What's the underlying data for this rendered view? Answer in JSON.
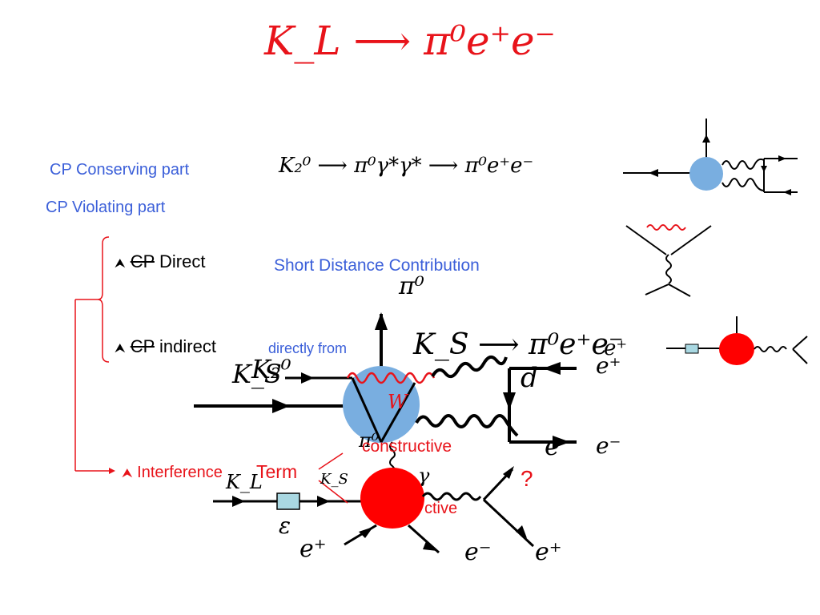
{
  "slide": {
    "title": "K_L ⟶ π⁰e⁺e⁻",
    "bullets": {
      "cp_conserving": "CP Conserving part",
      "cp_violating": "CP Violating part",
      "bullet_glyph": "",
      "arrow_glyph": "⮝"
    },
    "equations": {
      "k2_decay": "K₂⁰ ⟶ π⁰γ*γ* ⟶ π⁰e⁺e⁻",
      "ks_decay": "K_S ⟶ π⁰e⁺e⁻"
    },
    "sub_items": {
      "cp_letters": "CP",
      "direct": " Direct",
      "indirect": " indirect",
      "interference": "Interference",
      "term": "Term"
    },
    "annotations": {
      "short_distance": "Short Distance Contribution",
      "directly_from": "directly from",
      "constructive": "constructive",
      "ctive": "ctive",
      "question": "?"
    },
    "diagram_labels": {
      "pi0_top": "π⁰",
      "k2_0": "K₂⁰",
      "ks_left": "K_S",
      "d": "d",
      "w": "W",
      "e_plus_top": "e⁺",
      "e_plus_top2": "e⁺",
      "e_minus_mid": "e⁻",
      "e_minus_mid2": "e⁻",
      "pi0_mid": "π⁰",
      "gamma": "γ",
      "kl": "K_L",
      "ks_small": "K_S",
      "epsilon": "ε",
      "e_plus_bl": "e⁺",
      "e_minus_b": "e⁻",
      "e_plus_br": "e⁺"
    },
    "colors": {
      "title_red": "#e8131a",
      "text_blue": "#3b5fd9",
      "blob_blue": "#79aee0",
      "blob_red": "#ff0000",
      "box_teal": "#a9d8e2"
    }
  }
}
